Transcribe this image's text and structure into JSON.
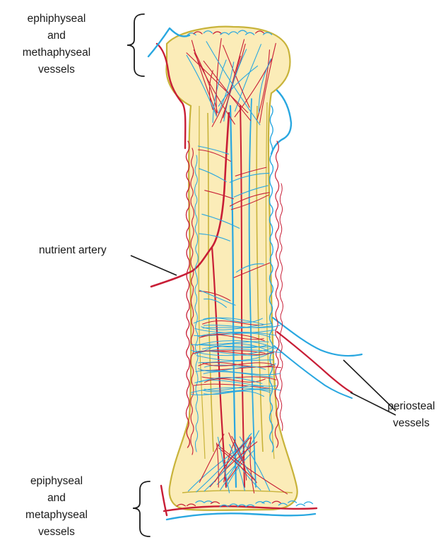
{
  "labels": {
    "epi_meta_top": [
      "ephiphyseal",
      "and",
      "methaphyseal",
      "vessels"
    ],
    "nutrient": "nutrient artery",
    "periosteal": [
      "periosteal",
      "vessels"
    ],
    "epi_meta_bottom": [
      "epiphyseal",
      "and",
      "metaphyseal",
      "vessels"
    ]
  },
  "colors": {
    "bone_fill": "#fbecb8",
    "bone_outline": "#c8b33a",
    "artery": "#c81e36",
    "vein": "#29a7e0",
    "text": "#1a1a1a"
  }
}
